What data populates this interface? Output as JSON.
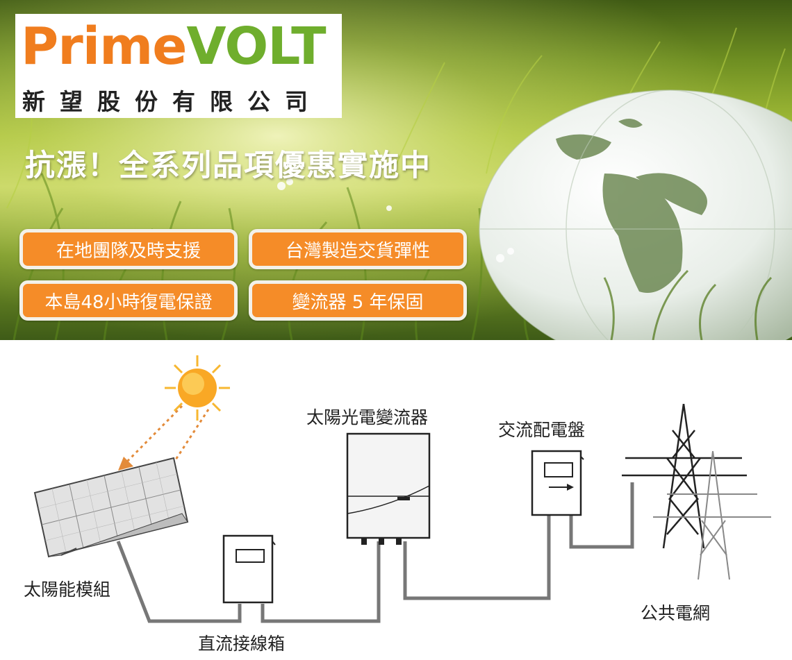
{
  "logo": {
    "brand_prime": "Prime",
    "brand_volt": "VOLT",
    "company_name": "新望股份有限公司",
    "color_prime": "#f07d1e",
    "color_volt": "#6fae2d"
  },
  "headline": "抗漲！全系列品項優惠實施中",
  "badges": [
    "在地團隊及時支援",
    "台灣製造交貨彈性",
    "本島48小時復電保證",
    "變流器 5 年保固"
  ],
  "badge_color": "#f58c28",
  "diagram": {
    "labels": {
      "inverter": "太陽光電變流器",
      "ac_panel": "交流配電盤",
      "solar_module": "太陽能模組",
      "grid": "公共電網",
      "dc_box": "直流接線箱"
    },
    "icons": [
      "sun-icon",
      "solar-panel-icon",
      "dc-junction-box-icon",
      "inverter-icon",
      "ac-panel-icon",
      "transmission-tower-icon"
    ]
  }
}
